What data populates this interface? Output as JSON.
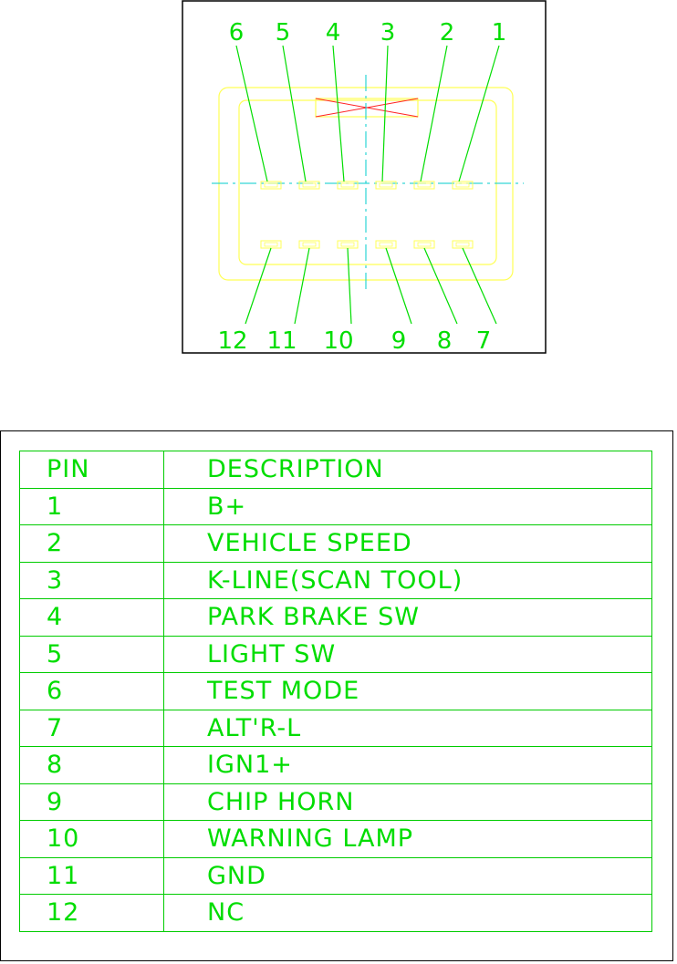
{
  "connector": {
    "top_pins": [
      "6",
      "5",
      "4",
      "3",
      "2",
      "1"
    ],
    "bottom_pins": [
      "12",
      "11",
      "10",
      "9",
      "8",
      "7"
    ],
    "colors": {
      "frame": "#000000",
      "housing": "#ffff55",
      "labels": "#00dd00",
      "centerline": "#00cccc",
      "key_mark": "#ff2222"
    }
  },
  "table": {
    "header": {
      "pin": "PIN",
      "description": "DESCRIPTION"
    },
    "rows": [
      {
        "pin": "1",
        "description": "B+"
      },
      {
        "pin": "2",
        "description": "VEHICLE SPEED"
      },
      {
        "pin": "3",
        "description": "K-LINE(SCAN TOOL)"
      },
      {
        "pin": "4",
        "description": "PARK BRAKE SW"
      },
      {
        "pin": "5",
        "description": "LIGHT SW"
      },
      {
        "pin": "6",
        "description": "TEST MODE"
      },
      {
        "pin": "7",
        "description": "ALT'R-L"
      },
      {
        "pin": "8",
        "description": "IGN1+"
      },
      {
        "pin": "9",
        "description": "CHIP HORN"
      },
      {
        "pin": "10",
        "description": "WARNING LAMP"
      },
      {
        "pin": "11",
        "description": "GND"
      },
      {
        "pin": "12",
        "description": "NC"
      }
    ]
  }
}
